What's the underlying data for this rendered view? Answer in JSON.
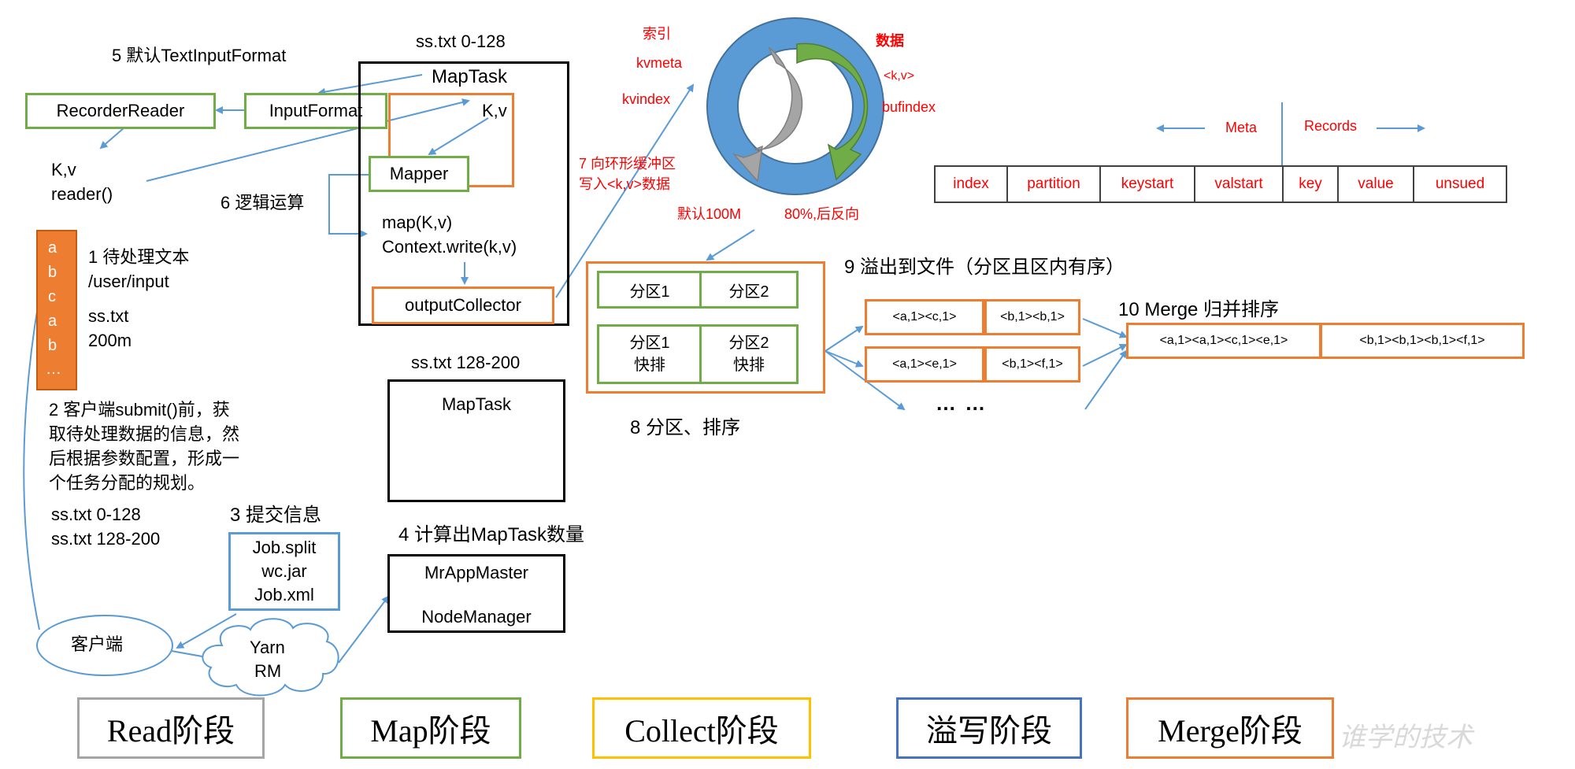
{
  "read_phase": {
    "step5_label": "5 默认TextInputFormat",
    "recorder_reader": "RecorderReader",
    "input_format": "InputFormat",
    "kv_label": "K,v",
    "reader_call": "reader()",
    "text_letters": [
      "a",
      "b",
      "c",
      "a",
      "b",
      "…"
    ],
    "step1_label": "1 待处理文本",
    "step1_path": "/user/input",
    "step1_file": "ss.txt",
    "step1_size": "200m",
    "step2_lines": [
      "2 客户端submit()前，获",
      "取待处理数据的信息，然",
      "后根据参数配置，形成一",
      "个任务分配的规划。"
    ],
    "split1": "ss.txt  0-128",
    "split2": "ss.txt  128-200",
    "step3_label": "3 提交信息",
    "job_files": [
      "Job.split",
      "wc.jar",
      "Job.xml"
    ],
    "client": "客户端",
    "yarn_rm": [
      "Yarn",
      "RM"
    ]
  },
  "map_phase": {
    "split_a_label": "ss.txt 0-128",
    "maptask": "MapTask",
    "kv": "K,v",
    "mapper": "Mapper",
    "step6_label": "6 逻辑运算",
    "map_call": "map(K,v)",
    "context_write": "Context.write(k,v)",
    "output_collector": "outputCollector",
    "split_b_label": "ss.txt 128-200",
    "maptask_b": "MapTask",
    "step4_label": "4 计算出MapTask数量",
    "mr_app_master": "MrAppMaster",
    "node_manager": "NodeManager"
  },
  "ring_buffer": {
    "index_cn": "索引",
    "kvmeta": "kvmeta",
    "kvindex": "kvindex",
    "data_cn": "数据",
    "kv_pair": "<k,v>",
    "bufindex": "bufindex",
    "step7_lines": [
      "7 向环形缓冲区",
      "写入<k,v>数据"
    ],
    "default_size": "默认100M",
    "threshold": "80%,后反向",
    "colors": {
      "ring": "#5b9bd5",
      "green_arrow": "#70ad47",
      "gray_arrow": "#a5a5a5"
    }
  },
  "meta_records": {
    "meta_label": "Meta",
    "records_label": "Records",
    "cells": [
      "index",
      "partition",
      "keystart",
      "valstart",
      "key",
      "value",
      "unsued"
    ]
  },
  "partition_sort": {
    "p1": "分区1",
    "p2": "分区2",
    "p1_sort": [
      "分区1",
      "快排"
    ],
    "p2_sort": [
      "分区2",
      "快排"
    ],
    "step8_label": "8 分区、排序"
  },
  "spill": {
    "step9_label": "9 溢出到文件（分区且区内有序）",
    "file1": [
      "<a,1><c,1>",
      "<b,1><b,1>"
    ],
    "file2": [
      "<a,1><e,1>",
      "<b,1><f,1>"
    ],
    "ellipsis": "…  …"
  },
  "merge": {
    "step10_label": "10 Merge 归并排序",
    "merged": [
      "<a,1><a,1><c,1><e,1>",
      "<b,1><b,1><b,1><f,1>"
    ]
  },
  "phases": [
    {
      "label": "Read阶段",
      "color": "#a5a5a5"
    },
    {
      "label": "Map阶段",
      "color": "#70ad47"
    },
    {
      "label": "Collect阶段",
      "color": "#ffc000"
    },
    {
      "label": "溢写阶段",
      "color": "#4472c4"
    },
    {
      "label": "Merge阶段",
      "color": "#ed7d31"
    }
  ],
  "watermark": "谁学的技术"
}
